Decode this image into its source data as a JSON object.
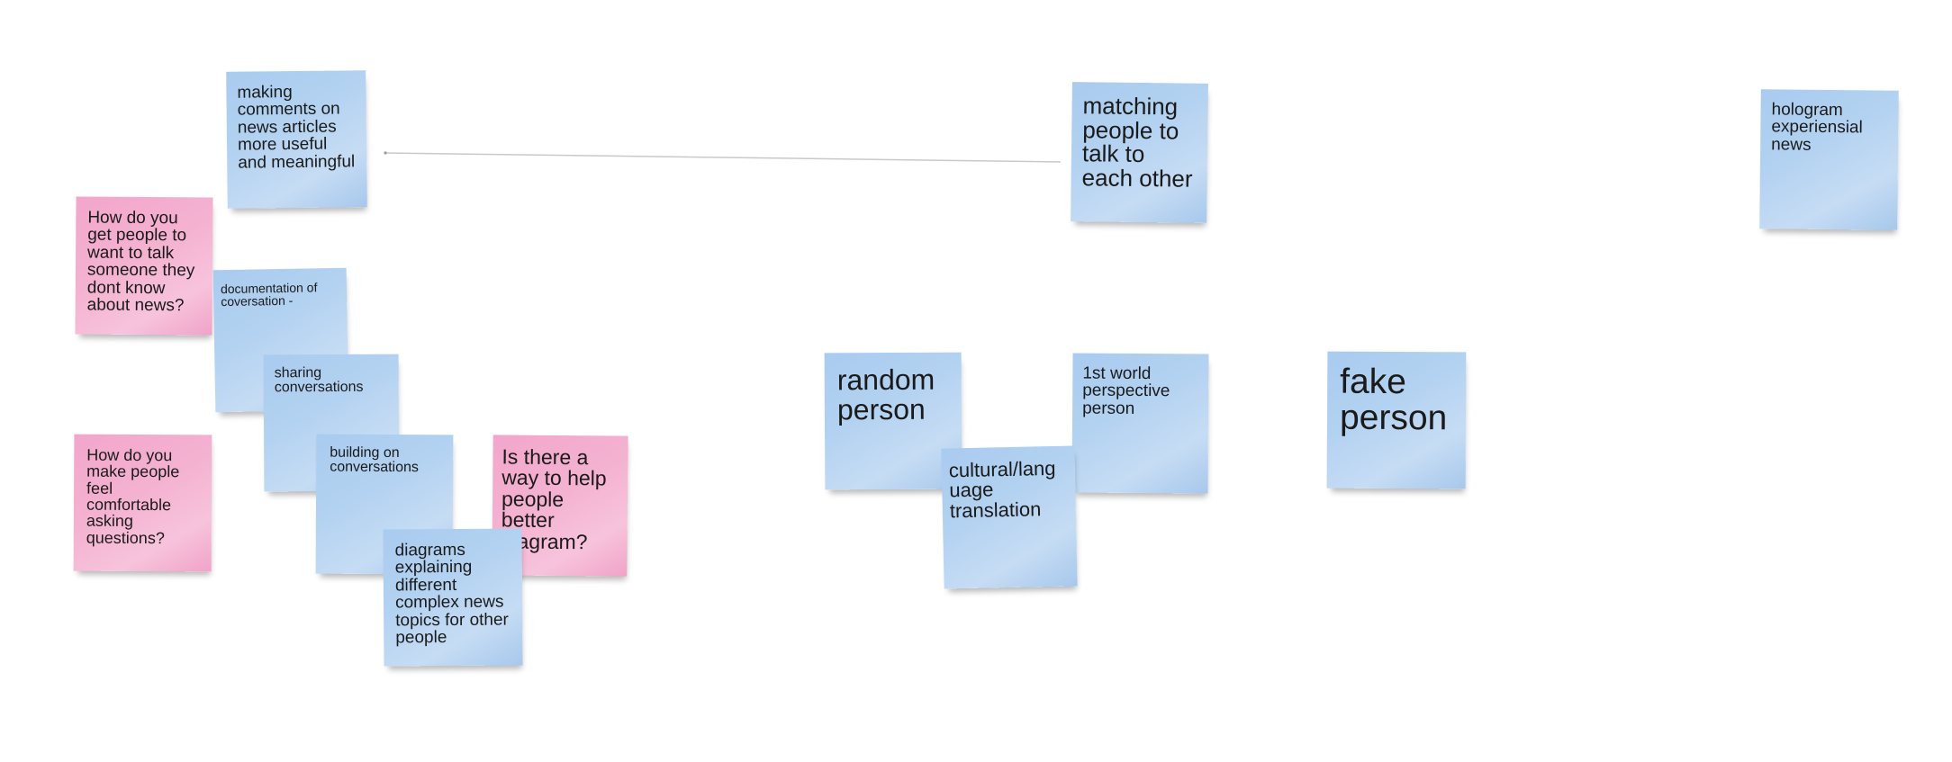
{
  "board": {
    "connector_color": "#c9c9c9",
    "colors": {
      "blue_note": "#b3d2f1",
      "pink_note": "#f4b2d1",
      "text": "#1a1a1a"
    }
  },
  "notes": {
    "making_comments": "making comments on news articles more useful and meaningful",
    "get_people_talk": "How do you get people to want to talk someone they dont know about news?",
    "documentation": "documentation of coversation -",
    "sharing": "sharing conversations",
    "building": "building on conversations",
    "comfortable": "How do you make people feel comfortable asking questions?",
    "diagram_help": "Is there a way to help people better diagram?",
    "diagrams_explaining": "diagrams explaining different complex news topics for other people",
    "matching_people": "matching people to talk to each other",
    "random_person": "random person",
    "cultural": "cultural/lang\nuage translation",
    "first_world": "1st world perspective person",
    "fake_person": "fake person",
    "hologram": "hologram experiensial news"
  }
}
